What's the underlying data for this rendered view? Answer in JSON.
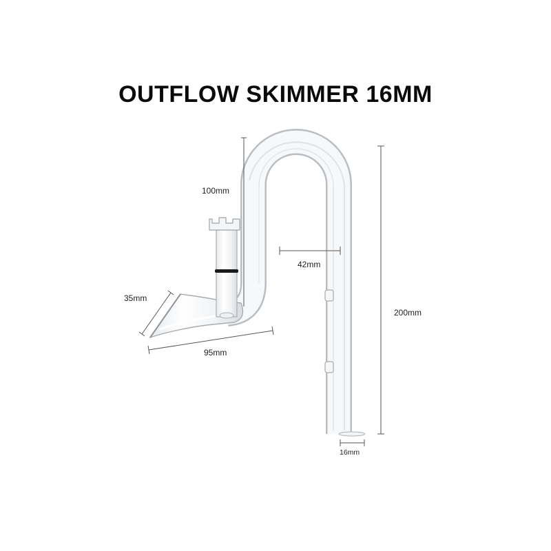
{
  "title": "OUTFLOW SKIMMER 16MM",
  "dimensions": {
    "height_inner": "100mm",
    "width_u": "42mm",
    "skimmer_opening": "35mm",
    "skimmer_length": "95mm",
    "total_height": "200mm",
    "tube_diameter": "16mm"
  },
  "colors": {
    "glass_edge": "#9aa0a6",
    "glass_fill": "#f3f5f7",
    "dimension_line": "#555555",
    "o_ring": "#1a1a1a",
    "text": "#0a0a0a"
  }
}
